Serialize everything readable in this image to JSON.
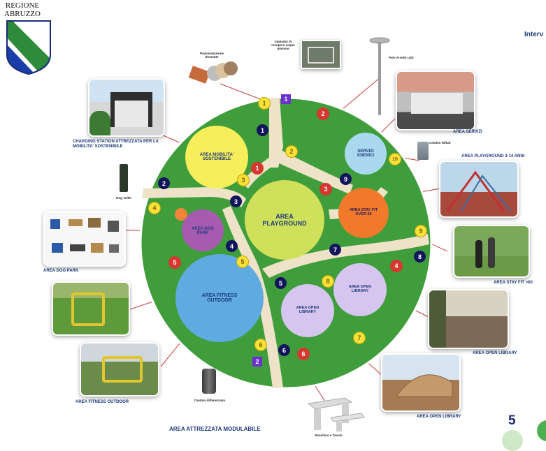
{
  "header": {
    "region_name": "REGIONE ABRUZZO",
    "top_right_text": "Interv",
    "page_number": "5"
  },
  "plan": {
    "title": "AREA ATTREZZATA MODULABILE",
    "areas": {
      "mobilita": "AREA MOBILITA' SOSTENIBILE",
      "playground": "AREA PLAYGROUND",
      "dog_park": "AREA DOG PARK",
      "fitness": "AREA FITNESS OUTDOOR",
      "stay_fit": "AREA STAY FIT OVER 60",
      "servizi": "SERVIZI IGIENICI",
      "library1": "AREA OPEN LIBRARY",
      "library2": "AREA OPEN LIBRARY"
    },
    "markers": {
      "navy": [
        "1",
        "2",
        "3",
        "4",
        "5",
        "6",
        "7",
        "8",
        "9"
      ],
      "red": [
        "1",
        "2",
        "3",
        "4",
        "5",
        "6"
      ],
      "yellow": [
        "1",
        "2",
        "3",
        "4",
        "5",
        "6",
        "7",
        "8",
        "9",
        "10"
      ],
      "square": [
        "1",
        "2"
      ]
    }
  },
  "callouts": {
    "charging": "CHARGING STATION ATTREZZATA PER LA MOBILITA' SOSTENIBILE",
    "pavimentazione": "Pavimentazione drenante",
    "impianto": "Impianto di recupero acque piovane",
    "palo": "Palo Arredo LED",
    "servizi": "AREA SERVIZI",
    "cestino_rifiuti": "Cestino Rifiuti",
    "playground": "AREA PLAYGROUND 3-14 ANNI",
    "dog_toilet": "Dog Toilet",
    "dog_park": "AREA DOG PARK",
    "stay_fit": "AREA STAY FIT >60",
    "open_library1": "AREA OPEN LIBRARY",
    "open_library2": "AREA OPEN LIBRARY",
    "fitness": "AREA FITNESS OUTDOOR",
    "cestino_diff": "Cestino differenziato",
    "panchina": "Panchina e Tavolo"
  },
  "colors": {
    "park_green": "#3f9e3b",
    "path_beige": "#eee3c8",
    "navy": "#12145c",
    "red": "#d6372f",
    "yellow": "#f6e23a",
    "purple": "#6d2fcf",
    "label_blue": "#1f3b7a"
  }
}
